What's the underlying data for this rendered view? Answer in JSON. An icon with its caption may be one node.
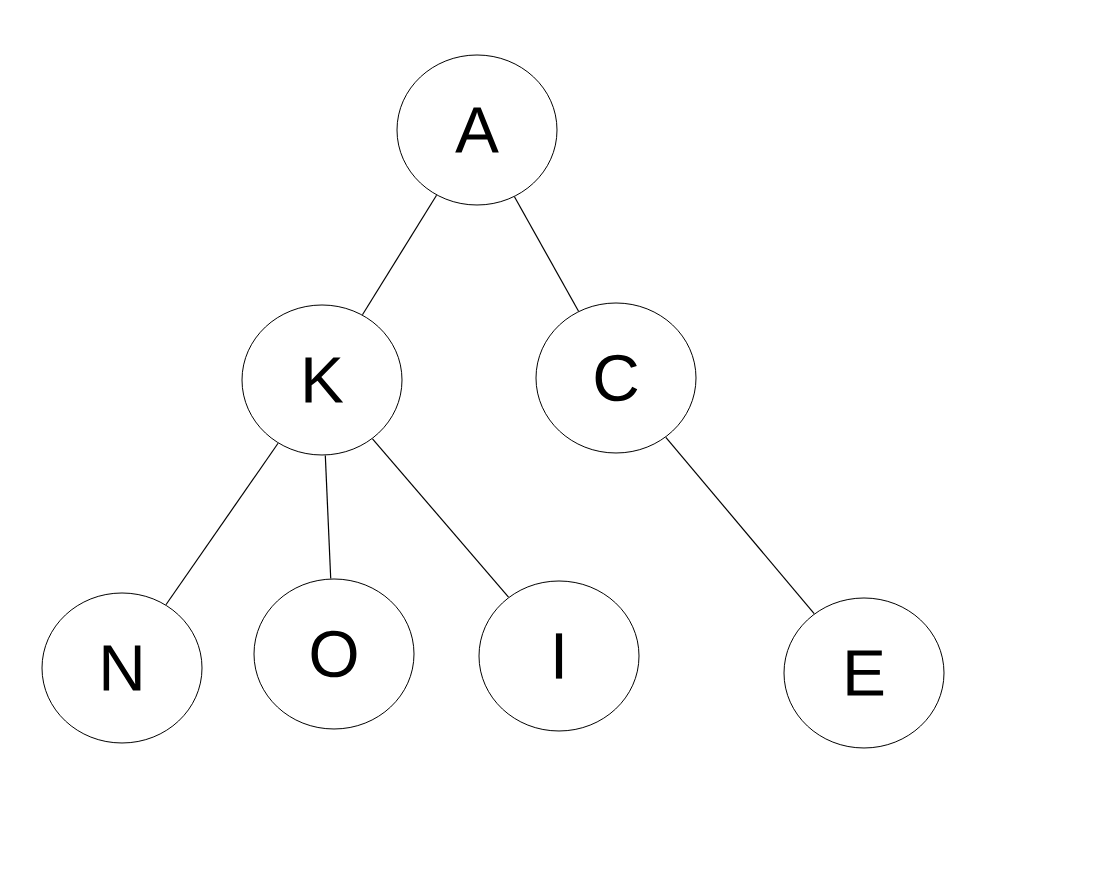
{
  "diagram": {
    "nodes": [
      {
        "text": [
          "A"
        ]
      },
      {
        "text": [
          "K"
        ]
      },
      {
        "text": [
          "C"
        ]
      },
      {
        "text": [
          "N"
        ]
      },
      {
        "text": [
          "O"
        ]
      },
      {
        "text": [
          "I"
        ]
      },
      {
        "text": [
          "E"
        ]
      }
    ],
    "edges": [
      {
        "from": 0,
        "to": 1,
        "arrow": "none"
      },
      {
        "from": 0,
        "to": 2,
        "arrow": "none"
      },
      {
        "from": 1,
        "to": 3,
        "arrow": "none"
      },
      {
        "from": 1,
        "to": 4,
        "arrow": "none"
      },
      {
        "from": 1,
        "to": 5,
        "arrow": "none"
      },
      {
        "from": 2,
        "to": 6,
        "arrow": "none"
      }
    ]
  }
}
